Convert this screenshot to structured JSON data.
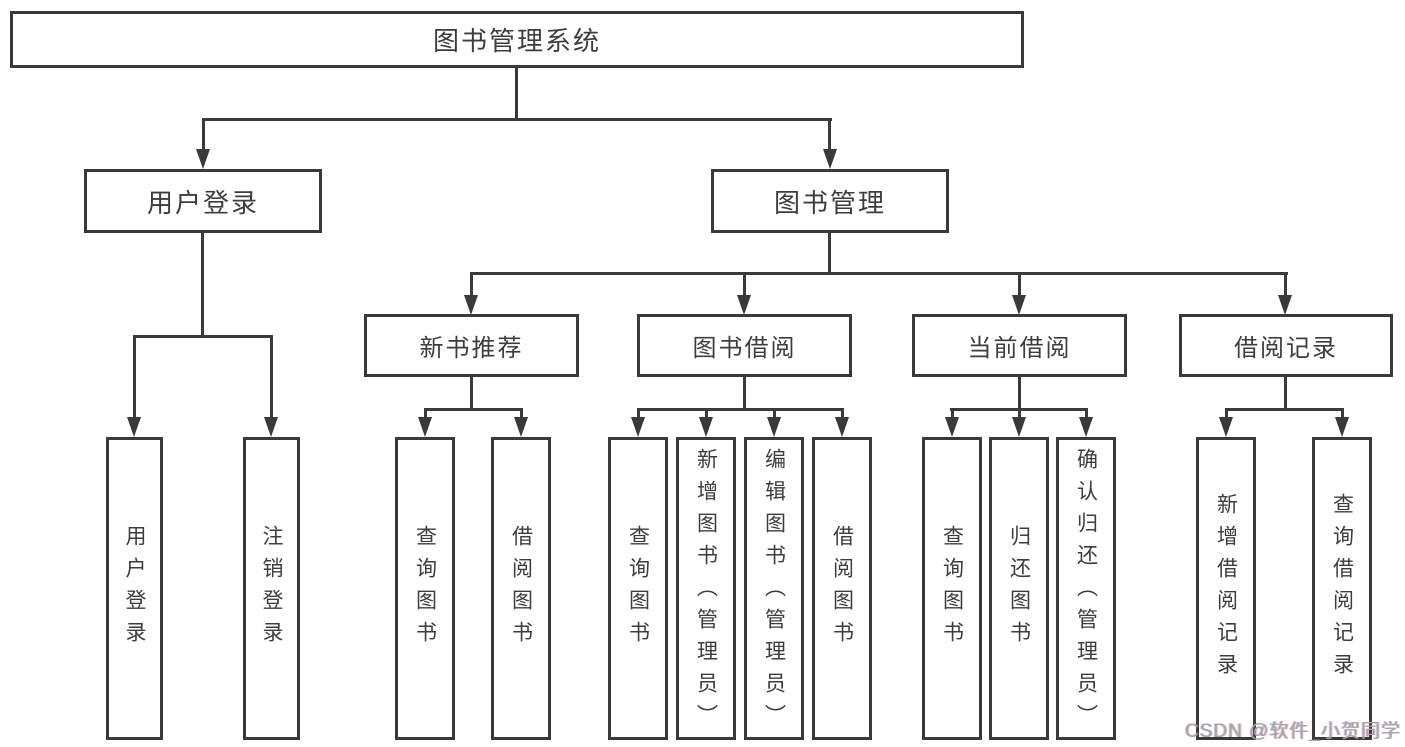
{
  "diagram_title": "图书管理系统",
  "colors": {
    "line": "#3a3a3a",
    "text": "#3d3d3d",
    "background": "#ffffff",
    "watermark_text": "#a6a6a6"
  },
  "tree": {
    "root": {
      "label": "图书管理系统"
    },
    "level2": [
      {
        "label": "用户登录"
      },
      {
        "label": "图书管理"
      }
    ],
    "level3": [
      {
        "label": "新书推荐"
      },
      {
        "label": "图书借阅"
      },
      {
        "label": "当前借阅"
      },
      {
        "label": "借阅记录"
      }
    ],
    "leaves": {
      "user_login": [
        {
          "label": "用户登录"
        },
        {
          "label": "注销登录"
        }
      ],
      "new_book_recommend": [
        {
          "label": "查询图书"
        },
        {
          "label": "借阅图书"
        }
      ],
      "book_borrow": [
        {
          "label": "查询图书"
        },
        {
          "label": "新增图书（管理员）"
        },
        {
          "label": "编辑图书（管理员）"
        },
        {
          "label": "借阅图书"
        }
      ],
      "current_borrow": [
        {
          "label": "查询图书"
        },
        {
          "label": "归还图书"
        },
        {
          "label": "确认归还（管理员）"
        }
      ],
      "borrow_records": [
        {
          "label": "新增借阅记录"
        },
        {
          "label": "查询借阅记录"
        }
      ]
    }
  },
  "watermark": {
    "text": "CSDN @软件_小贺同学"
  }
}
